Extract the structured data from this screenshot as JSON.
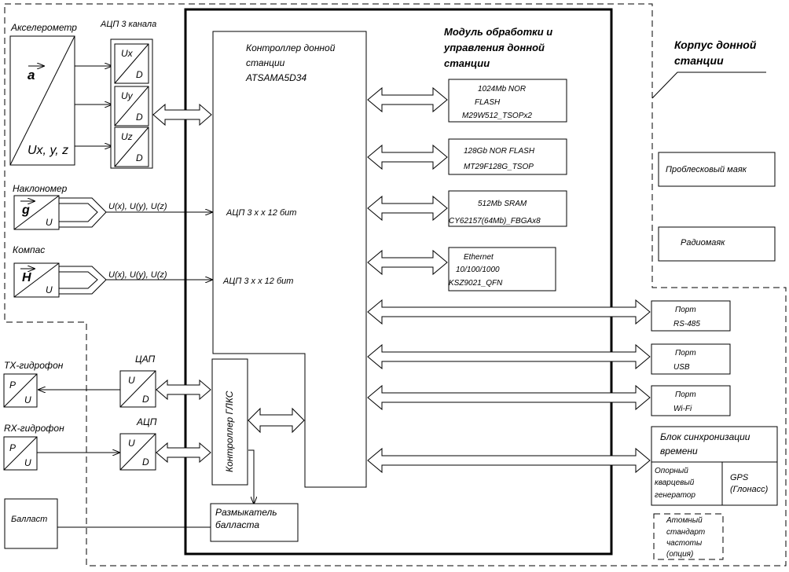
{
  "housing": {
    "title_line1": "Корпус донной",
    "title_line2": "станции"
  },
  "module": {
    "title_line1": "Модуль обработки и",
    "title_line2": "управления донной",
    "title_line3": "станции"
  },
  "controller": {
    "line1": "Контроллер донной",
    "line2": "станции",
    "line3": "ATSAMA5D34",
    "adc_inclinometer": "АЦП 3 х х 12 бит",
    "adc_compass": "АЦП 3 х х 12 бит"
  },
  "accelerometer": {
    "label": "Акселерометр",
    "symbol": "a",
    "output": "Ux, y, z"
  },
  "adc3": {
    "label": "АЦП 3 канала",
    "channels": [
      {
        "top": "Ux",
        "bottom": "D"
      },
      {
        "top": "Uy",
        "bottom": "D"
      },
      {
        "top": "Uz",
        "bottom": "D"
      }
    ]
  },
  "inclinometer": {
    "label": "Наклономер",
    "symbol": "g",
    "unit": "U",
    "signals": "U(x), U(y), U(z)"
  },
  "compass": {
    "label": "Компас",
    "symbol": "H",
    "unit": "U",
    "signals": "U(x), U(y), U(z)"
  },
  "tx": {
    "label": "TX-гидрофон",
    "top": "P",
    "bottom": "U"
  },
  "rx": {
    "label": "RX-гидрофон",
    "top": "P",
    "bottom": "U"
  },
  "dac": {
    "label": "ЦАП",
    "top": "U",
    "bottom": "D"
  },
  "adc_rx": {
    "label": "АЦП",
    "top": "U",
    "bottom": "D"
  },
  "ballast": {
    "label": "Балласт"
  },
  "glaks": {
    "label": "Контроллер ГЛКС"
  },
  "release": {
    "line1": "Размыкатель",
    "line2": "балласта"
  },
  "memory": [
    {
      "lines": [
        "1024Mb NOR",
        "FLASH",
        "M29W512_TSOPx2"
      ]
    },
    {
      "lines": [
        "128Gb NOR FLASH",
        "MT29F128G_TSOP"
      ]
    },
    {
      "lines": [
        "512Mb SRAM",
        "CY62157(64Mb)_FBGAx8"
      ]
    },
    {
      "lines": [
        "Ethernet",
        "10/100/1000",
        "KSZ9021_QFN"
      ]
    }
  ],
  "ports": [
    {
      "line1": "Порт",
      "line2": "RS-485"
    },
    {
      "line1": "Порт",
      "line2": "USB"
    },
    {
      "line1": "Порт",
      "line2": "Wi-Fi"
    }
  ],
  "beacon_flash": "Проблесковый маяк",
  "beacon_radio": "Радиомаяк",
  "sync": {
    "title_line1": "Блок синхронизации",
    "title_line2": "времени",
    "osc_line1": "Опорный",
    "osc_line2": "кварцевый",
    "osc_line3": "генератор",
    "gps_line1": "GPS",
    "gps_line2": "(Глонасс)"
  },
  "atomic": {
    "line1": "Атомный",
    "line2": "стандарт",
    "line3": "частоты",
    "line4": "(опция)"
  }
}
